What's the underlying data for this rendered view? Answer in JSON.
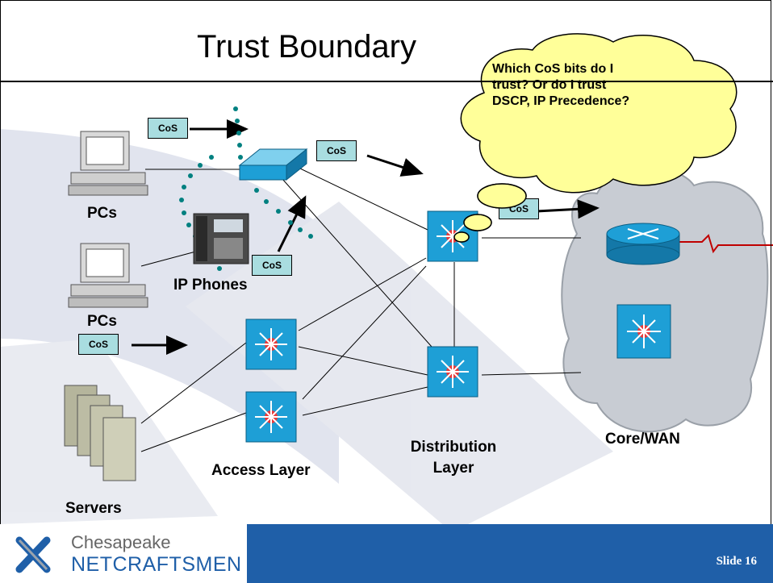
{
  "title": "Trust Boundary",
  "thought_bubble": "Which CoS bits do I trust? Or do I trust DSCP, IP Precedence?",
  "labels": {
    "pcs_top": "PCs",
    "ip_phones": "IP Phones",
    "pcs_bottom": "PCs",
    "servers": "Servers",
    "access_layer": "Access Layer",
    "distribution_layer": "Distribution Layer",
    "core_wan": "Core/WAN"
  },
  "cos_tag": "CoS",
  "footer": {
    "logo_top": "Chesapeake",
    "logo_bottom": "NETCRAFTSMEN",
    "slide_number": "Slide 16"
  },
  "colors": {
    "device_blue": "#1e9fd6",
    "tag_fill": "#a9dde0",
    "bubble_fill": "#ffff99",
    "cloud_fill": "#c8ccd3",
    "footer_blue": "#1f5fa8",
    "trust_boundary_dots": "#008080"
  }
}
